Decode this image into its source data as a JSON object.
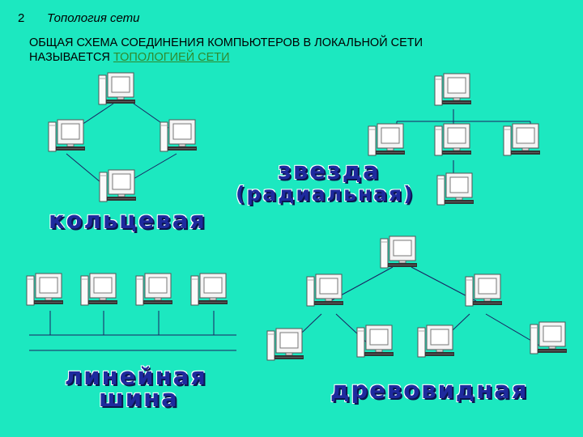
{
  "header": {
    "number": "2",
    "title": "Топология сети"
  },
  "intro": {
    "line1": "ОБЩАЯ СХЕМА СОЕДИНЕНИЯ КОМПЬЮТЕРОВ В ЛОКАЛЬНОЙ СЕТИ",
    "line2_prefix": "НАЗЫВАЕТСЯ ",
    "line2_term": "ТОПОЛОГИЕЙ СЕТИ"
  },
  "labels": {
    "ring": "кольцевая",
    "star_line1": "звезда",
    "star_line2": "(радиальная)",
    "bus_line1": "линейная",
    "bus_line2": "шина",
    "tree": "древовидная"
  },
  "colors": {
    "background": "#1CE8C0",
    "wordart_fill": "#1e2a9e",
    "term": "#2e8b2e"
  },
  "icons": {
    "node": "computer-icon"
  }
}
